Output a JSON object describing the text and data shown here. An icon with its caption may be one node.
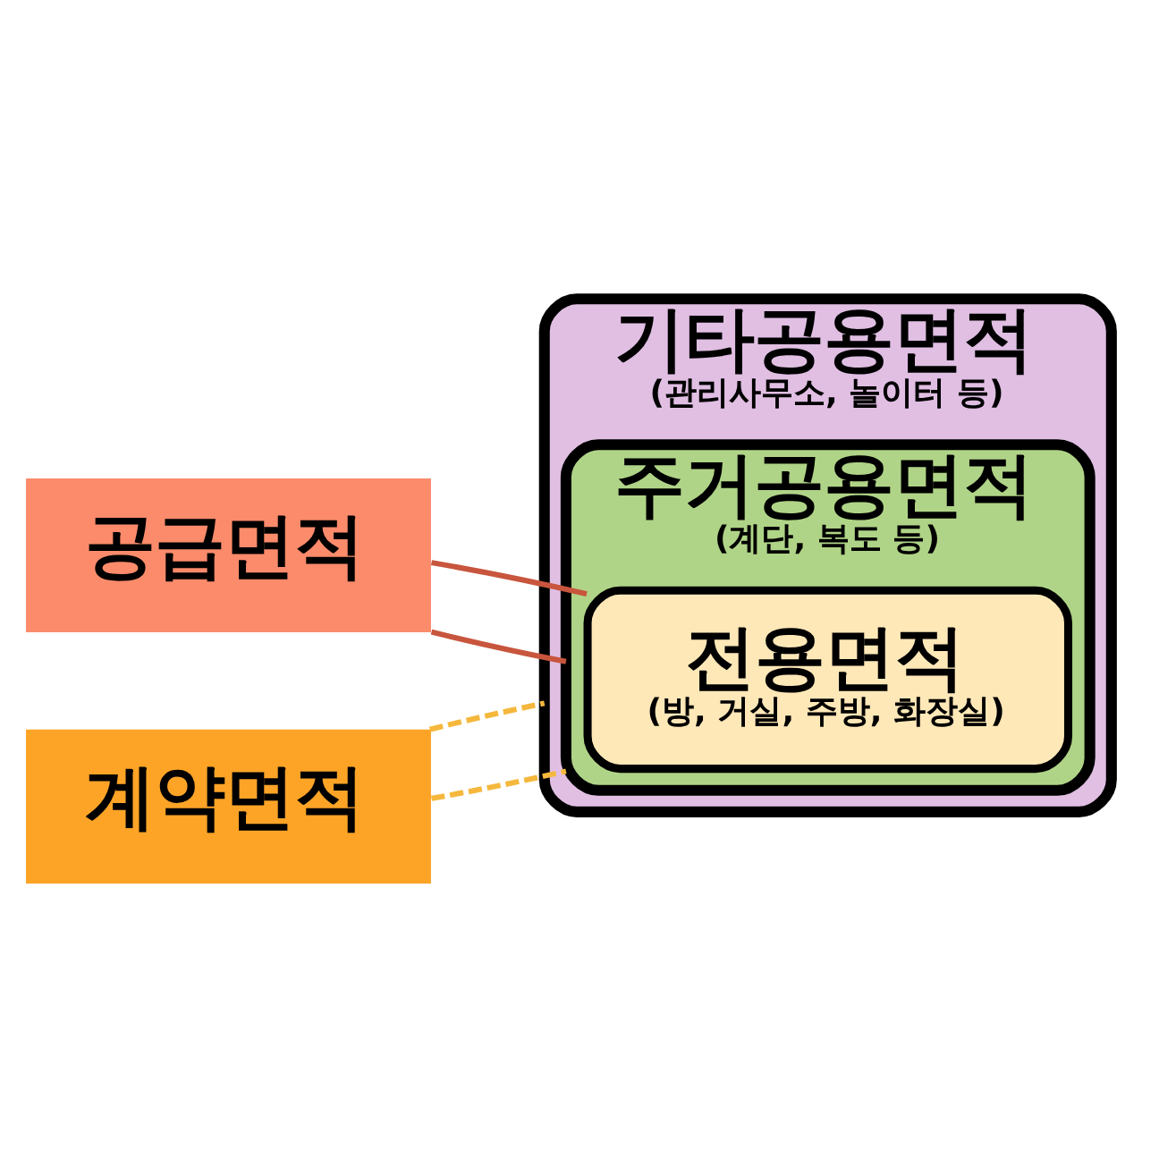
{
  "diagram": {
    "nodes": [
      {
        "text": [
          "기타공용면적",
          "(관리사무소, 놀이터 등)"
        ]
      },
      {
        "text": [
          "주거공용면적",
          "(계단, 복도 등)"
        ],
        "in": 0
      },
      {
        "text": [
          "전용면적",
          "(방, 거실, 주방, 화장실)"
        ],
        "in": 1
      },
      {
        "text": [
          "공급면적"
        ]
      },
      {
        "text": [
          "계약면적"
        ]
      }
    ],
    "edges": [
      {
        "from": 3,
        "to": 1,
        "arrow": "none",
        "color": "#c8553d"
      },
      {
        "from": 3,
        "to": 2,
        "arrow": "none",
        "color": "#c8553d"
      },
      {
        "from": 4,
        "to": 1,
        "arrow": "none",
        "style": "dashed",
        "color": "#f5b83d"
      },
      {
        "from": 4,
        "to": 0,
        "arrow": "none",
        "style": "dashed",
        "color": "#f5b83d"
      }
    ]
  }
}
